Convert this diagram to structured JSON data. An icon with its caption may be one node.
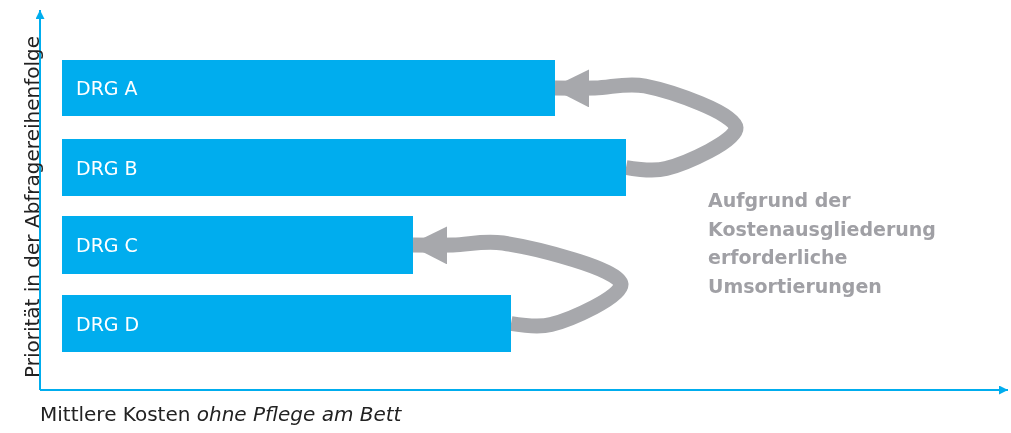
{
  "diagram": {
    "nodes": [
      {
        "text": [
          "DRG A"
        ]
      },
      {
        "text": [
          "DRG B"
        ]
      },
      {
        "text": [
          "DRG C"
        ]
      },
      {
        "text": [
          "DRG D"
        ]
      }
    ],
    "edges": [
      {
        "from": 1,
        "to": 0,
        "arrow": "to",
        "color": "#a7a8ac"
      },
      {
        "from": 3,
        "to": 2,
        "arrow": "to",
        "color": "#a7a8ac"
      }
    ],
    "labels": [
      "Priorität in der Abfragereihenfolge",
      "Aufgrund der Kostenausgliederung erforderliche Umsortierungen",
      "Mittlere Kosten *ohne Pflege am Bett*"
    ]
  }
}
